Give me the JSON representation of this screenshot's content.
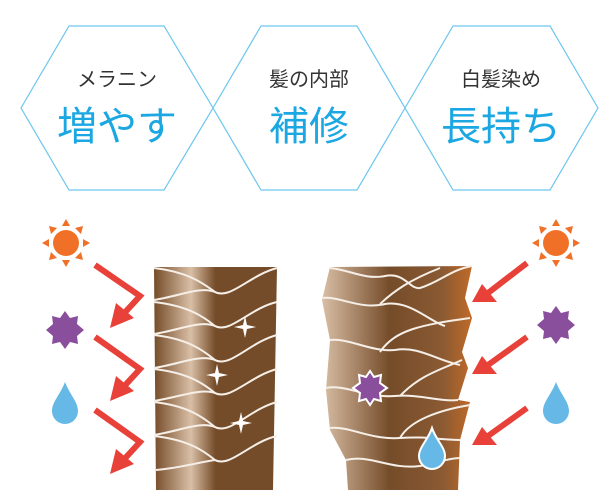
{
  "badges": [
    {
      "label": "メラニン",
      "headline": "増やす"
    },
    {
      "label": "髪の内部",
      "headline": "補修"
    },
    {
      "label": "白髪染め",
      "headline": "長持ち"
    }
  ],
  "colors": {
    "hex_outline": "#6cc6ee",
    "headline": "#1ba7e2",
    "sun": "#f07028",
    "star": "#8a4f9c",
    "drop": "#66b8e6",
    "arrow": "#e8413a",
    "hair": "#754c29"
  }
}
